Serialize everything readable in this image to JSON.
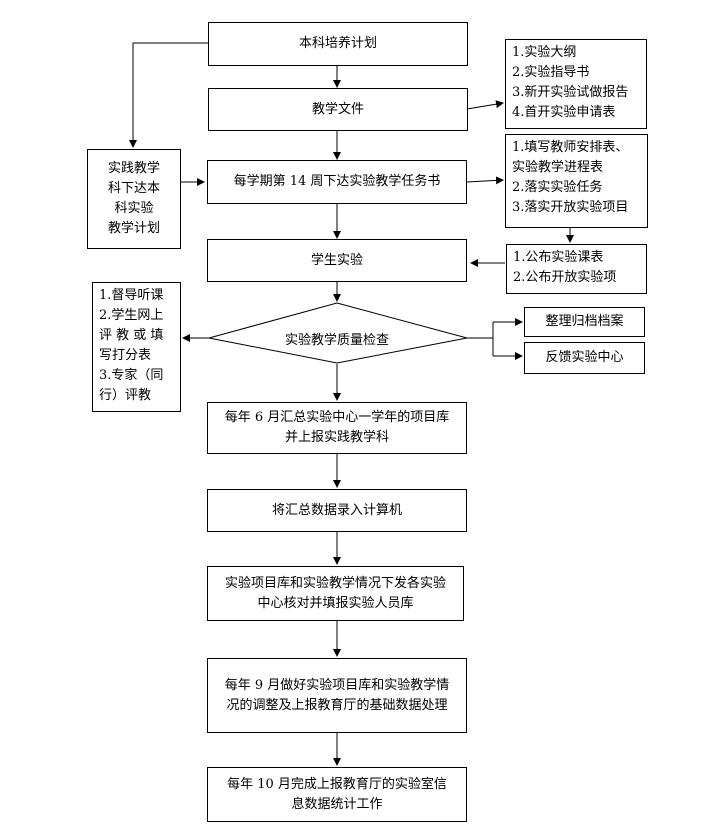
{
  "main": {
    "plan": "本科培养计划",
    "docs": "教学文件",
    "task": "每学期第 14 周下达实验教学任务书",
    "students": "学生实验",
    "quality": "实验教学质量检查",
    "summary": [
      "每年 6 月汇总实验中心一学年的项目库",
      "并上报实践教学科"
    ],
    "input": "将汇总数据录入计算机",
    "distribute": [
      "实验项目库和实验教学情况下发各实验",
      "中心核对并填报实验人员库"
    ],
    "adjust": [
      "每年 9 月做好实验项目库和实验教学情",
      "况的调整及上报教育厅的基础数据处理"
    ],
    "final": [
      "每年 10 月完成上报教育厅的实验室信",
      "息数据统计工作"
    ]
  },
  "side": {
    "practice": [
      "实践教学",
      "科下达本",
      "科实验",
      "教学计划"
    ],
    "docs_list": [
      "1.实验大纲",
      "2.实验指导书",
      "3.新开实验试做报告",
      "4.首开实验申请表"
    ],
    "task_list": [
      "1.填写教师安排表、",
      "实验教学进程表",
      "2.落实实验任务",
      "3.落实开放实验项目"
    ],
    "publish_list": [
      "1.公布实验课表",
      "2.公布开放实验项"
    ],
    "supervise_list": [
      "1.督导听课",
      "2.学生网上",
      "评 教 或 填",
      "写打分表",
      "3.专家（同",
      "行）评教"
    ],
    "archive": "整理归档档案",
    "feedback": "反馈实验中心"
  }
}
